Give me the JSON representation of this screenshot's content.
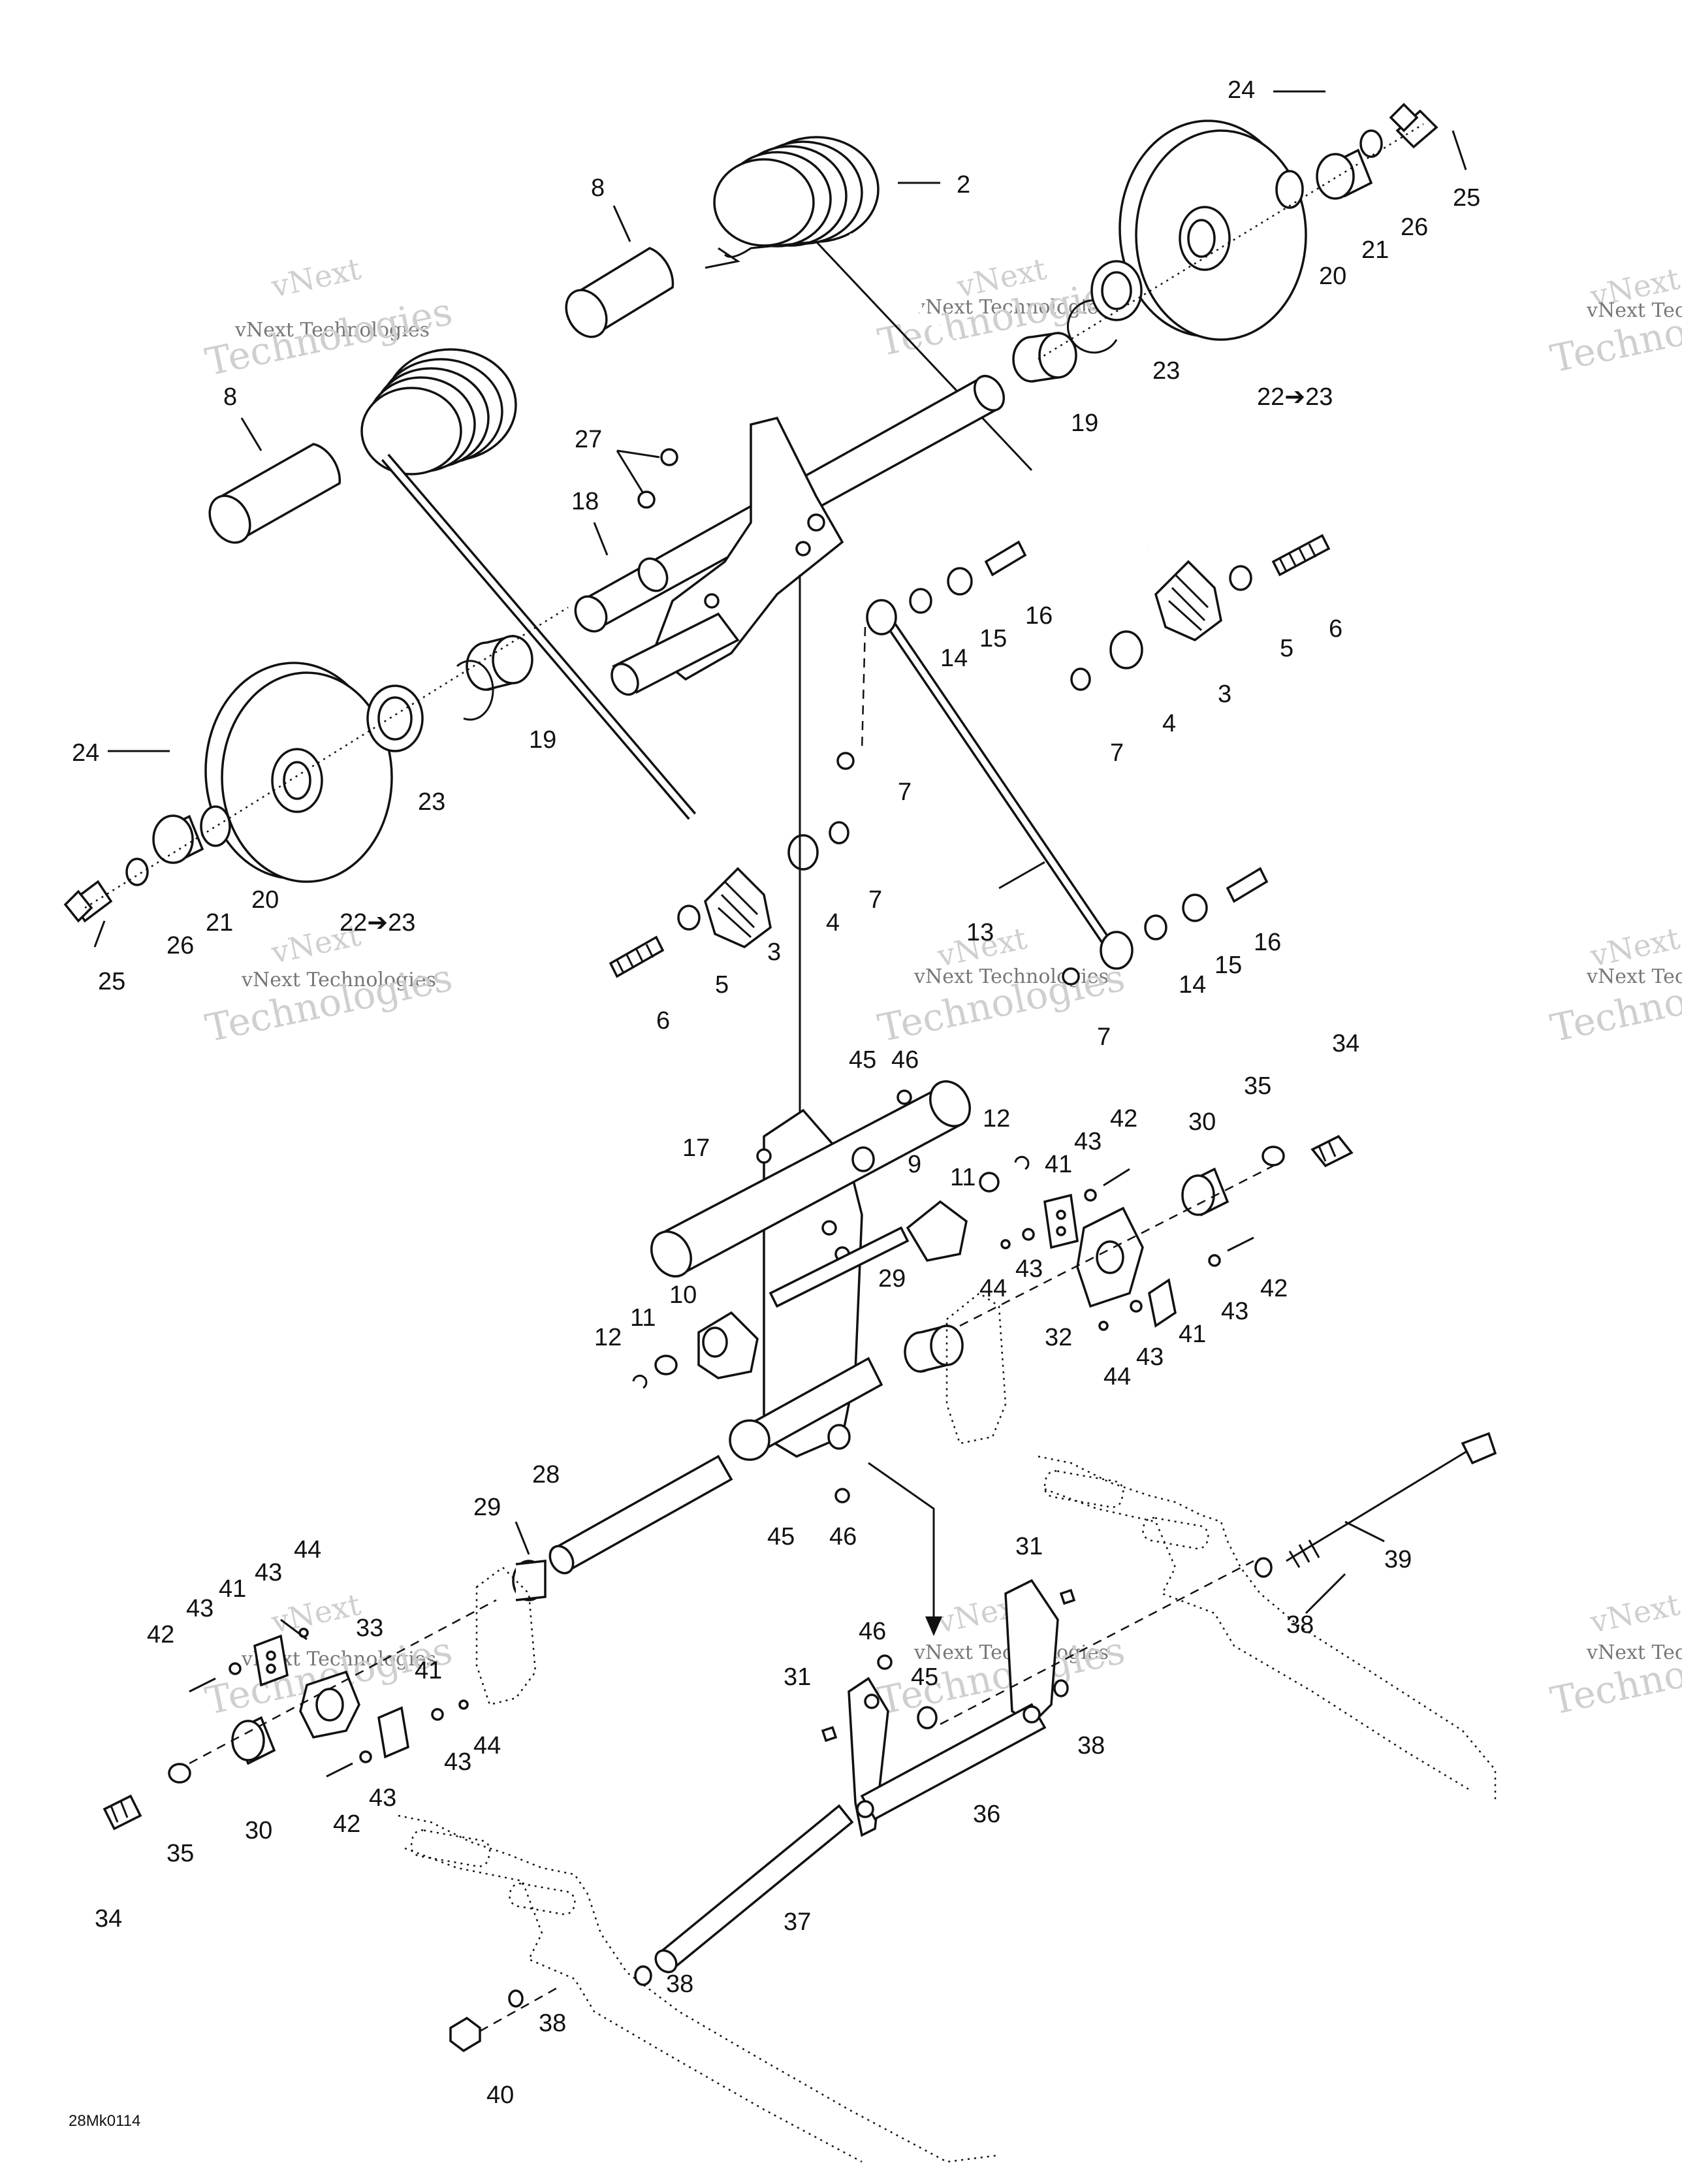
{
  "diagram": {
    "code": "28Mk0114",
    "watermark": {
      "line1": "vNext",
      "line2": "vNext Technologies",
      "line3": "Technologies"
    },
    "labels": {
      "l2": "2",
      "l8a": "8",
      "l8b": "8",
      "l18": "18",
      "l27": "27",
      "l19a": "19",
      "l19b": "19",
      "l24a": "24",
      "l24b": "24",
      "l25a": "25",
      "l25b": "25",
      "l26a": "26",
      "l26b": "26",
      "l21a": "21",
      "l21b": "21",
      "l20a": "20",
      "l20b": "20",
      "l23a": "23",
      "l23b": "23",
      "l2223a": "22➔23",
      "l2223b": "22➔23",
      "l16a": "16",
      "l16b": "16",
      "l15a": "15",
      "l15b": "15",
      "l14a": "14",
      "l14b": "14",
      "l6a": "6",
      "l6b": "6",
      "l5a": "5",
      "l5b": "5",
      "l3a": "3",
      "l3b": "3",
      "l4a": "4",
      "l4b": "4",
      "l7a": "7",
      "l7b": "7",
      "l7c": "7",
      "l7d": "7",
      "l13": "13",
      "l45a": "45",
      "l46a": "46",
      "l45b": "45",
      "l46b": "46",
      "l45c": "45",
      "l46c": "46",
      "l17": "17",
      "l12a": "12",
      "l12b": "12",
      "l11a": "11",
      "l11b": "11",
      "l9": "9",
      "l10": "10",
      "l41a": "41",
      "l41b": "41",
      "l41c": "41",
      "l41d": "41",
      "l43a": "43",
      "l43b": "43",
      "l43c": "43",
      "l43d": "43",
      "l43e": "43",
      "l43f": "43",
      "l43g": "43",
      "l42a": "42",
      "l42b": "42",
      "l42c": "42",
      "l42d": "42",
      "l44a": "44",
      "l44b": "44",
      "l44c": "44",
      "l44d": "44",
      "l30a": "30",
      "l30b": "30",
      "l35a": "35",
      "l35b": "35",
      "l34a": "34",
      "l34b": "34",
      "l32": "32",
      "l33": "33",
      "l29a": "29",
      "l29b": "29",
      "l28": "28",
      "l39": "39",
      "l38a": "38",
      "l38b": "38",
      "l38c": "38",
      "l38d": "38",
      "l31a": "31",
      "l31b": "31",
      "l36": "36",
      "l37": "37",
      "l40": "40"
    }
  }
}
